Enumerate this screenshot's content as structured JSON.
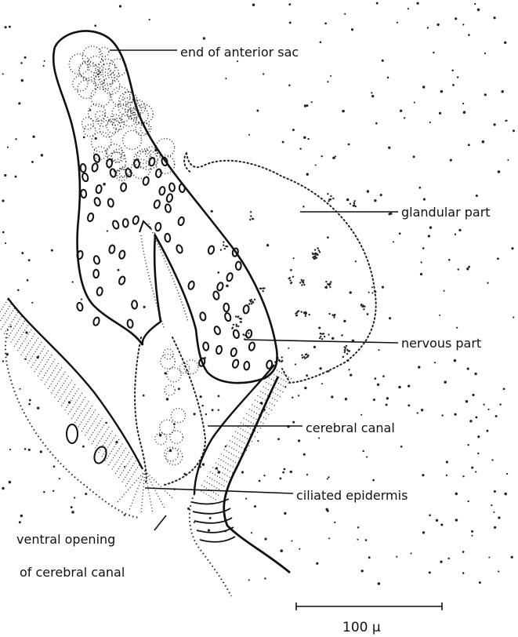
{
  "labels": {
    "end_of_anterior_sac": "end of anterior sac",
    "glandular_part": "glandular part",
    "nervous_part": "nervous part",
    "cerebral_canal": "cerebral canal",
    "ciliated_epidermis": "ciliated epidermis",
    "ventral_opening_line1": "ventral opening",
    "ventral_opening_line2": "of cerebral canal"
  },
  "scale_bar": {
    "label": "100 μ"
  },
  "colors": {
    "ink": "#111111",
    "background": "#ffffff"
  }
}
